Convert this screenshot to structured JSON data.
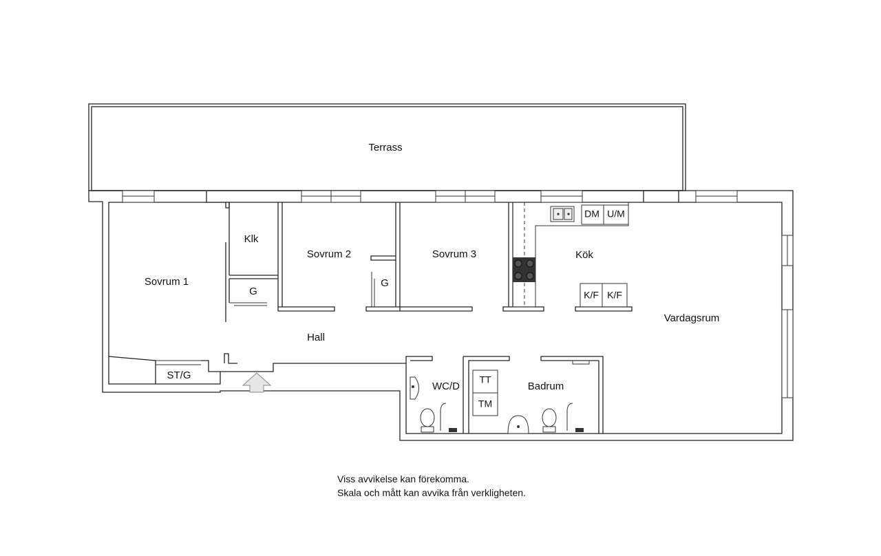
{
  "rooms": {
    "terrace": "Terrass",
    "bedroom1": "Sovrum 1",
    "closet_klk": "Klk",
    "wardrobe_g1": "G",
    "bedroom2": "Sovrum 2",
    "wardrobe_g2": "G",
    "bedroom3": "Sovrum 3",
    "kitchen": "Kök",
    "living": "Vardagsrum",
    "hall": "Hall",
    "storage": "ST/G",
    "wc": "WC/D",
    "bathroom": "Badrum"
  },
  "fixtures": {
    "dishwasher": "DM",
    "oven": "U/M",
    "fridge1": "K/F",
    "fridge2": "K/F",
    "washer": "TT",
    "dryer": "TM"
  },
  "icons": {
    "entrance": "entrance-arrow-icon",
    "stove": "stove-icon",
    "sink": "sink-icon",
    "toilet": "toilet-icon",
    "shower": "shower-icon",
    "washbasin": "washbasin-icon"
  },
  "disclaimer": {
    "line1": "Viss avvikelse kan förekomma.",
    "line2": "Skala och mått kan avvika från verkligheten."
  }
}
